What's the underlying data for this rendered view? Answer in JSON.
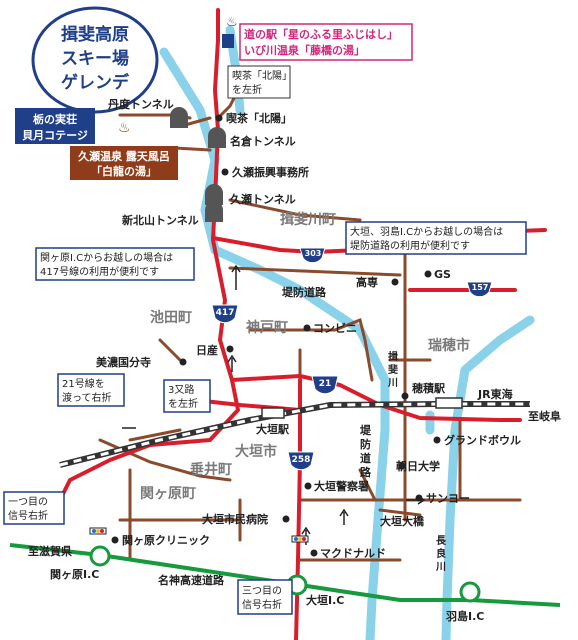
{
  "ski_resort": [
    "揖斐高原",
    "スキー場",
    "ゲレンデ"
  ],
  "cottage": [
    "栃の実荘",
    "貝月コテージ"
  ],
  "michinoeki": [
    "道の駅「星のふる里ふじはし」",
    "いび川温泉「藤橋の湯」"
  ],
  "onsen_kuze": [
    "久瀬温泉 露天風呂",
    "「白龍の湯」"
  ],
  "cafe_note": [
    "喫茶「北陽」",
    "を左折"
  ],
  "note_417": [
    "関ヶ原I.Cからお越しの場合は",
    "417号線の利用が便利です"
  ],
  "note_levee": [
    "大垣、羽島I.Cからお越しの場合は",
    "堤防道路の利用が便利です"
  ],
  "note_r21": [
    "21号線を",
    "渡って右折"
  ],
  "note_3way": [
    "3又路",
    "を左折"
  ],
  "note_signal1": [
    "一つ目の",
    "信号右折"
  ],
  "note_signal3": [
    "三つ目の",
    "信号右折"
  ],
  "towns": {
    "ibigawa": "揖斐川町",
    "ikeda": "池田町",
    "godo": "神戸町",
    "mizuho": "瑞穂市",
    "ogaki": "大垣市",
    "tarui": "垂井町",
    "sekigahara": "関ヶ原町"
  },
  "routes": {
    "r303": "303",
    "r157": "157",
    "r417": "417",
    "r21": "21",
    "r258": "258"
  },
  "places": {
    "tando_tunnel": "丹度トンネル",
    "cafe": "喫茶「北陽」",
    "nago_tunnel": "名倉トンネル",
    "kuze_office": "久瀬振興事務所",
    "kuze_tunnel": "久瀬トンネル",
    "shinkitayama_tunnel": "新北山トンネル",
    "gs": "GS",
    "koshin": "高専",
    "levee_road_1": "堤防道路",
    "convenience": "コンビニ",
    "mino_kokubunji": "美濃国分寺",
    "nittei": "日産",
    "hozumi": "穂積駅",
    "jr": "JR東海",
    "to_gifu": "至岐阜",
    "ogaki_station": "大垣駅",
    "grand_bowl": "グランドボウル",
    "asahi_univ": "朝日大学",
    "police": "大垣警察署",
    "sanyo": "サンヨー",
    "ohashi": "大垣大橋",
    "hospital": "大垣市民病院",
    "mcd": "マクドナルド",
    "clinic": "関ヶ原クリニック",
    "to_shiga": "至滋賀県",
    "sekigahara_ic": "関ヶ原I.C",
    "meishin": "名神高速道路",
    "ogaki_ic": "大垣I.C",
    "hashima_ic": "羽島I.C",
    "levee_road_2": "堤防道路"
  },
  "rivers": {
    "ibi": [
      "揖",
      "斐",
      "川"
    ],
    "nagara": [
      "長",
      "良",
      "川"
    ]
  },
  "colors": {
    "route": "#d81e2b",
    "road": "#8b4a2b",
    "river": "#8ad2ea",
    "expressway": "#159a3c",
    "badge": "#1f3f88",
    "magenta": "#d4257b",
    "onsen": "#8f3c1a"
  }
}
